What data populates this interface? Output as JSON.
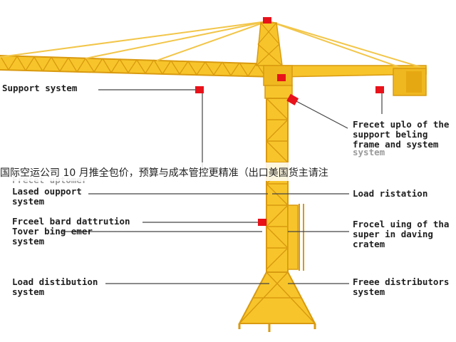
{
  "labels": {
    "support_system": "Support system",
    "faded_upper": "Frecet uptomer",
    "lased_support": "Lased oupport\nsystem",
    "frceel_bard": "Frceel bard dattrution",
    "tover_bing": "Tover bing emer\nsystem",
    "load_distribution": "Load distibution\nsystem",
    "frecet_uplo": "Frecet uplo of the\nsupport beling\nframe and system",
    "frecet_uplo_faded": "system",
    "load_ristation": "Load ristation",
    "frocel_uing": "Frocel uing of tha\nsuper in daving\ncratem",
    "freee_distributors": "Freee distributors\nsystem"
  },
  "banner": {
    "text": "国际空运公司 10 月推全包价，预算与成本管控更精准（出口美国货主请注"
  },
  "colors": {
    "crane": "#f7c52b",
    "crane_dark": "#d99a10",
    "marker": "#e8121b",
    "line": "#444444"
  }
}
